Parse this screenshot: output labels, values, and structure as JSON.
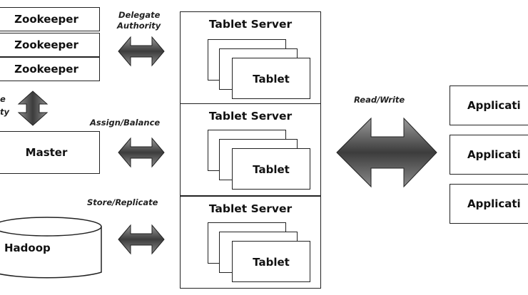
{
  "zookeepers": [
    "Zookeeper",
    "Zookeeper",
    "Zookeeper"
  ],
  "master": "Master",
  "hadoop": "Hadoop",
  "labels": {
    "delegate_1": "Delegate",
    "delegate_2": "Authority",
    "left_fragment_1": "e",
    "left_fragment_2": "ty",
    "assign": "Assign/Balance",
    "store": "Store/Replicate",
    "readwrite": "Read/Write"
  },
  "tablet_servers": [
    {
      "title": "Tablet Server",
      "tablet": "Tablet"
    },
    {
      "title": "Tablet Server",
      "tablet": "Tablet"
    },
    {
      "title": "Tablet Server",
      "tablet": "Tablet"
    }
  ],
  "applications": [
    "Applicati",
    "Applicati",
    "Applicati"
  ],
  "colors": {
    "arrow_dark": "#3a3a3a",
    "arrow_light": "#8a8a8a",
    "border": "#222222"
  }
}
